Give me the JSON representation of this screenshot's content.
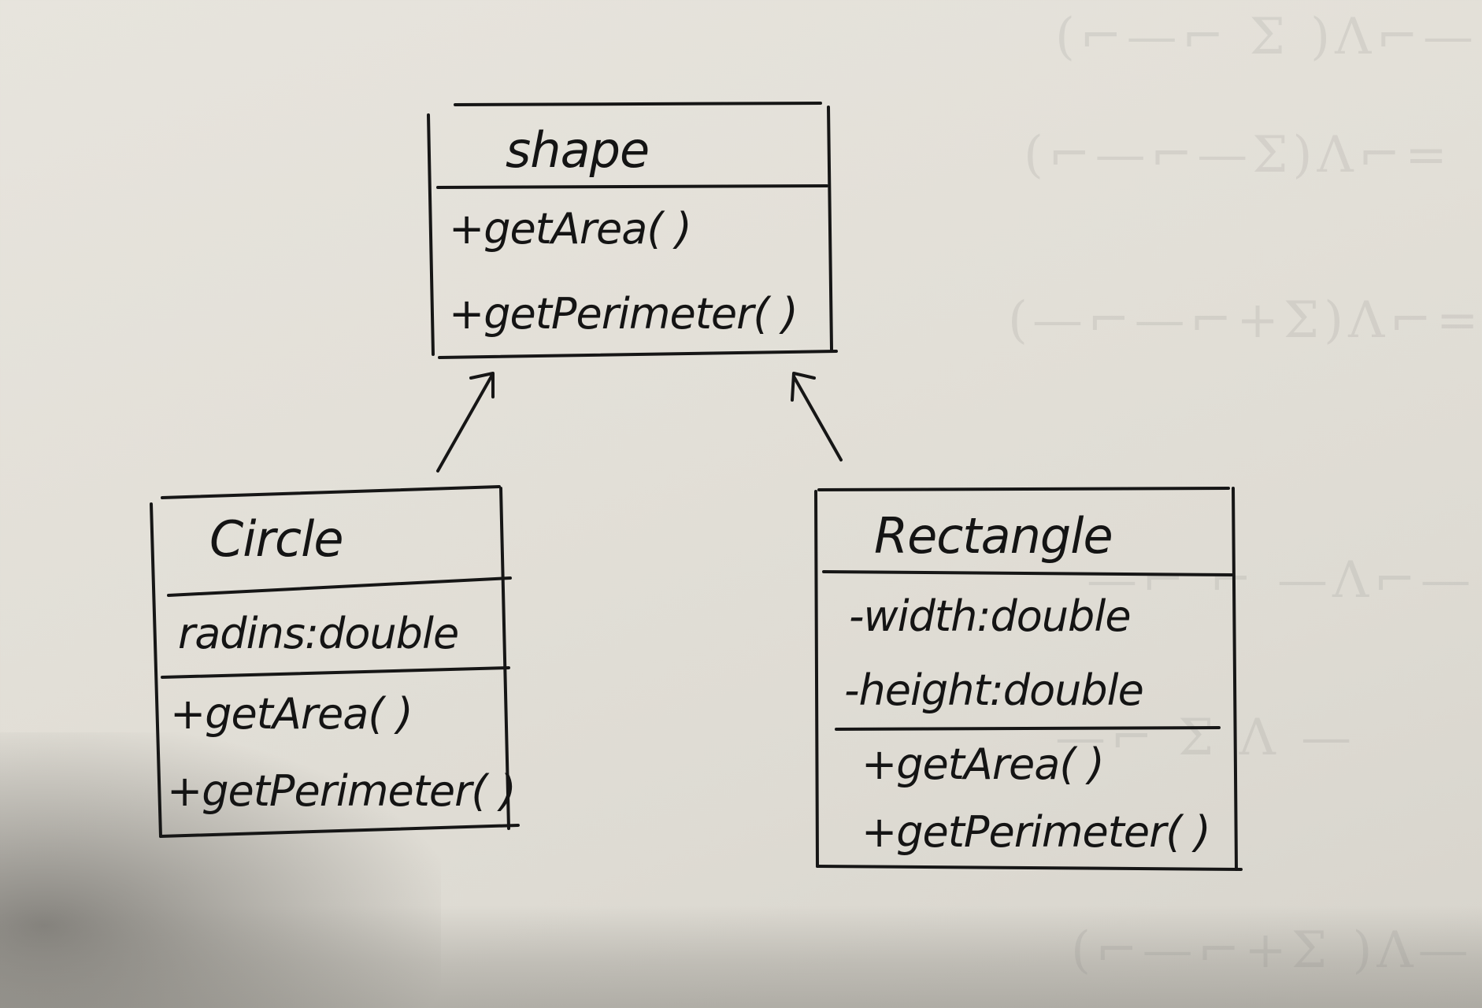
{
  "diagram": {
    "classes": {
      "shape": {
        "name": "shape",
        "attributes": [],
        "methods": [
          "+getArea(   )",
          "+getPerimeter(   )"
        ]
      },
      "circle": {
        "name": "Circle",
        "attributes": [
          "radins:double"
        ],
        "methods": [
          "+getArea(  )",
          "+getPerimeter(  )"
        ]
      },
      "rectangle": {
        "name": "Rectangle",
        "attributes": [
          "-width:double",
          "-height:double"
        ],
        "methods": [
          "+getArea(   )",
          "+getPerimeter(  )"
        ]
      }
    },
    "relations": [
      {
        "from": "Circle",
        "to": "shape",
        "type": "inheritance"
      },
      {
        "from": "Rectangle",
        "to": "shape",
        "type": "inheritance"
      }
    ]
  }
}
